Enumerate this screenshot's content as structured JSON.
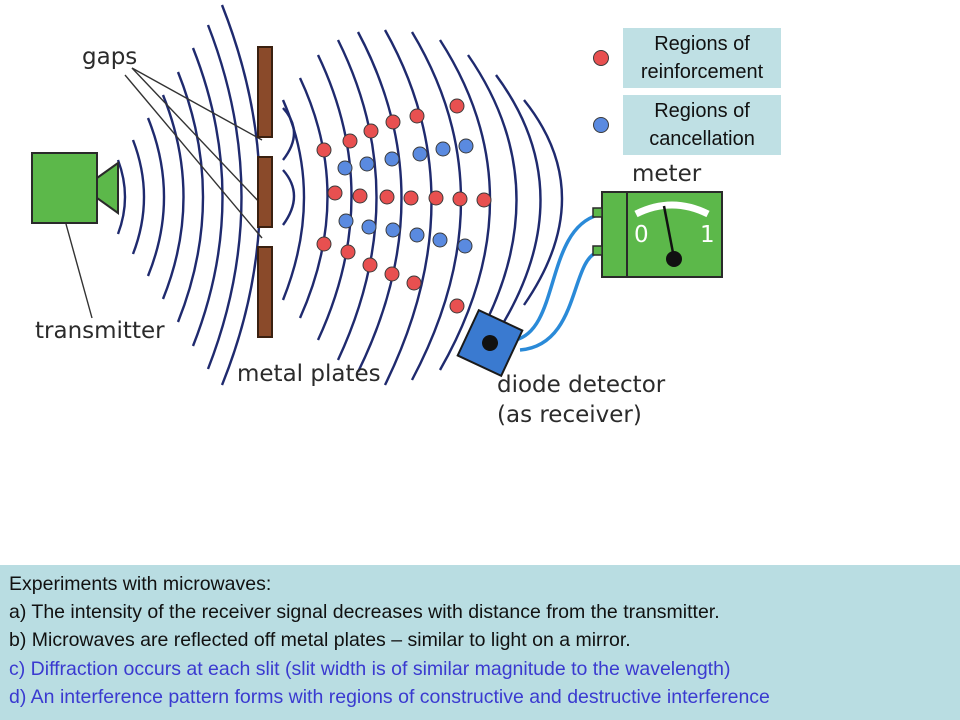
{
  "legend": {
    "reinforcement": {
      "label_line1": "Regions of",
      "label_line2": "reinforcement",
      "color": "#e85050"
    },
    "cancellation": {
      "label_line1": "Regions of",
      "label_line2": "cancellation",
      "color": "#5a8ae0"
    }
  },
  "labels": {
    "gaps": "gaps",
    "transmitter": "transmitter",
    "metal_plates": "metal plates",
    "meter": "meter",
    "diode_detector_line1": "diode detector",
    "diode_detector_line2": "(as receiver)",
    "meter_scale_0": "0",
    "meter_scale_1": "1"
  },
  "notes": {
    "heading": "Experiments with microwaves:",
    "a": "a) The intensity of the receiver signal decreases with distance from the transmitter.",
    "b": "b) Microwaves are reflected off metal plates – similar to light on a mirror.",
    "c": "c) Diffraction occurs at each slit  (slit width is of similar magnitude to the wavelength)",
    "d": "d) An interference pattern forms with regions of constructive and destructive interference",
    "color_dark": "#111111",
    "color_blue": "#3a3ad0"
  },
  "colors": {
    "transmitter": "#5cb84a",
    "wave": "#1f2a6e",
    "plate": "#8a4a2a",
    "cable": "#2a8ad8",
    "detector": "#3a7ad0"
  }
}
